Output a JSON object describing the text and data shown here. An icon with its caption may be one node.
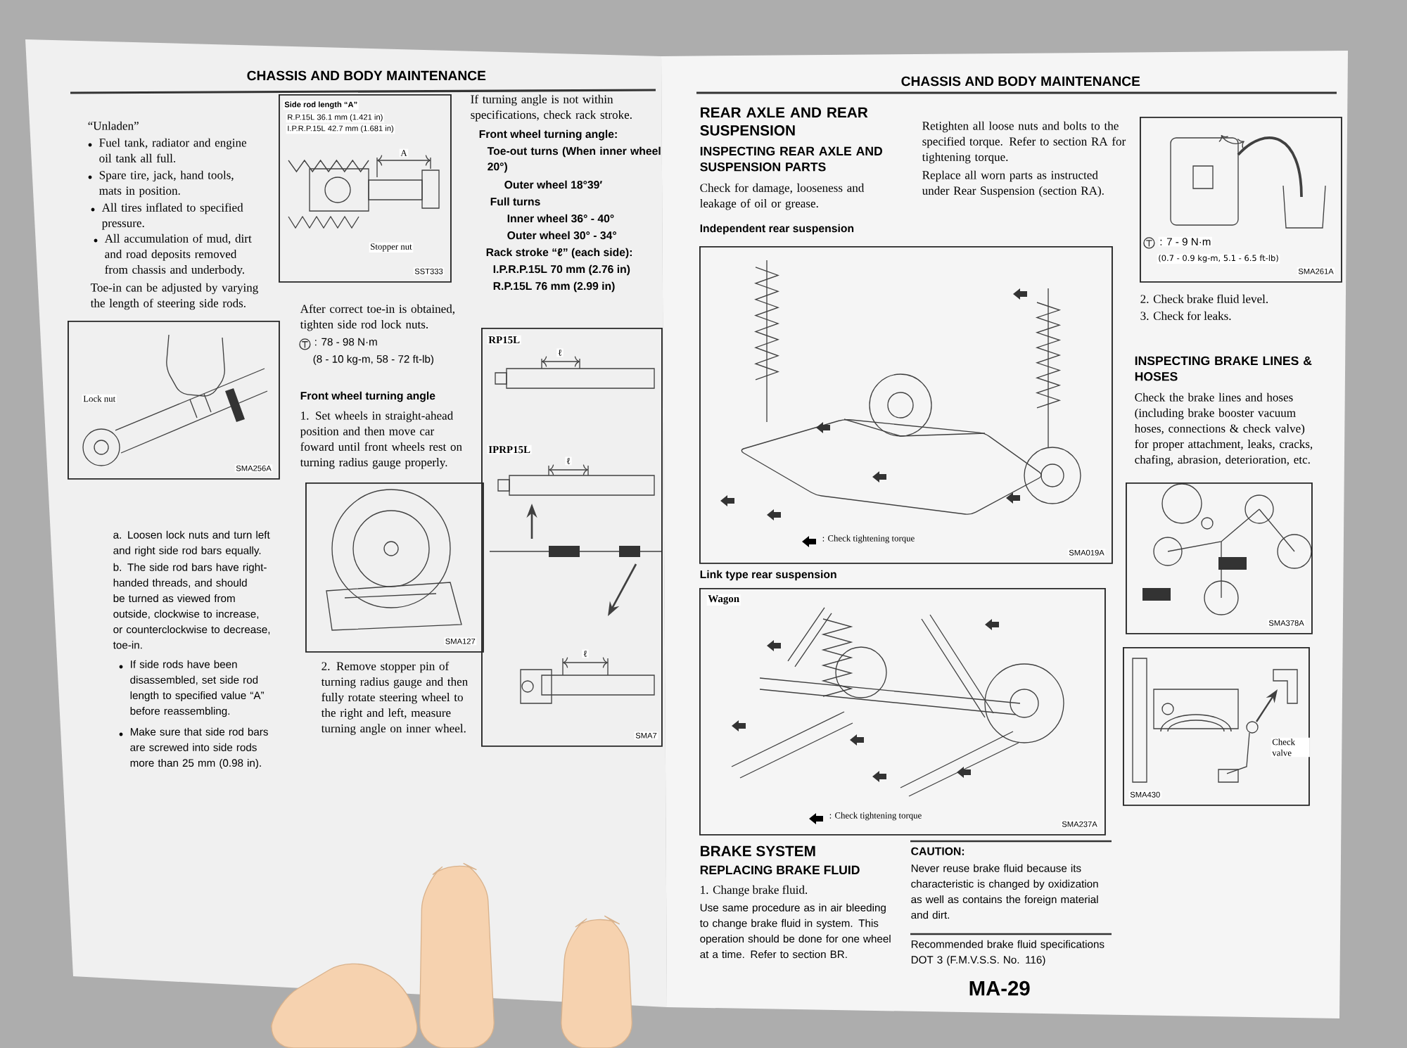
{
  "diagram": {
    "nodes": [
      {
        "text": [
          "Lock nut",
          "SMA256A"
        ]
      },
      {
        "text": [
          "Side rod length “A”",
          "R.P.15L 36.1 mm (1.421 in)",
          "I.P.R.P.15L 42.7 mm (1.681 in)",
          "A",
          "Stopper nut",
          "SST333"
        ]
      },
      {
        "text": [
          "SMA127"
        ]
      },
      {
        "text": [
          "RP15L",
          "IPRP15L",
          "ℓ",
          "ℓ",
          "ℓ",
          "SMA7"
        ]
      },
      {
        "text": [
          "SMA019A"
        ]
      },
      {
        "text": [
          "Wagon",
          "SMA237A"
        ]
      },
      {
        "text": [
          ": 7 - 9 N·m",
          "(0.7 - 0.9 kg-m, 5.1 - 6.5 ft-lb)",
          "SMA261A"
        ]
      },
      {
        "text": [
          "SMA378A"
        ]
      },
      {
        "text": [
          "Check valve",
          "SMA430"
        ]
      }
    ],
    "labels": [
      "CHASSIS AND BODY MAINTENANCE",
      "“Unladen”",
      "Fuel tank, radiator and engine oil tank all full.",
      "Spare tire, jack, hand tools, mats in position.",
      "All tires inflated to specified pressure.",
      "All accumulation of mud, dirt and road deposits removed from chassis and underbody.",
      "Toe-in can be adjusted by varying the length of steering side rods.",
      "a. Loosen lock nuts and turn left and right side rod bars equally.",
      "b. The side rod bars have right-handed threads, and should be turned as viewed from outside, clockwise to increase, or counterclockwise to decrease, toe-in.",
      "If side rods have been disassembled, set side rod length to specified value “A” before reassembling.",
      "Make sure that side rod bars are screwed into side rods more than 25 mm (0.98 in).",
      "After correct toe-in is obtained, tighten side rod lock nuts.",
      ": 78 - 98 N·m",
      "(8 - 10 kg-m, 58 - 72 ft-lb)",
      "Front wheel turning angle",
      "1. Set wheels in straight-ahead position and then move car foward until front wheels rest on turning radius gauge properly.",
      "2. Remove stopper pin of turning radius gauge and then fully rotate steering wheel to the right and left, measure turning angle on inner wheel.",
      "If turning angle is not within specifications, check rack stroke.",
      "Front wheel turning angle:",
      "Toe-out turns (When inner wheel 20°)",
      "Outer wheel 18°39′",
      "Full turns",
      "Inner wheel 36° - 40°",
      "Outer wheel 30° - 34°",
      "Rack stroke “ℓ” (each side):",
      "I.P.R.P.15L 70 mm (2.76 in)",
      "R.P.15L 76 mm (2.99 in)",
      "CHASSIS AND BODY MAINTENANCE",
      "REAR AXLE AND REAR SUSPENSION",
      "INSPECTING REAR AXLE AND SUSPENSION PARTS",
      "Check for damage, looseness and leakage of oil or grease.",
      "Independent rear suspension",
      "Retighten all loose nuts and bolts to the specified torque. Refer to section RA for tightening torque.",
      "Replace all worn parts as instructed under Rear Suspension (section RA).",
      "Link type rear suspension",
      "BRAKE SYSTEM",
      "REPLACING BRAKE FLUID",
      "1. Change brake fluid.",
      "Use same procedure as in air bleeding to change brake fluid in system. This operation should be done for one wheel at a time. Refer to section BR.",
      "CAUTION:",
      "Never reuse brake fluid because its characteristic is changed by oxidization as well as contains the foreign material and dirt.",
      "Recommended brake fluid specifications DOT 3 (F.M.V.S.S. No. 116)",
      "MA-29",
      "2. Check brake fluid level.",
      "3. Check for leaks.",
      "INSPECTING BRAKE LINES & HOSES",
      "Check the brake lines and hoses (including brake booster vacuum hoses, connections & check valve) for proper attachment, leaks, cracks, chafing, abrasion, deterioration, etc."
    ],
    "legend": [
      {
        "text": ": Check tightening torque"
      },
      {
        "text": ": Check tightening torque"
      }
    ]
  }
}
